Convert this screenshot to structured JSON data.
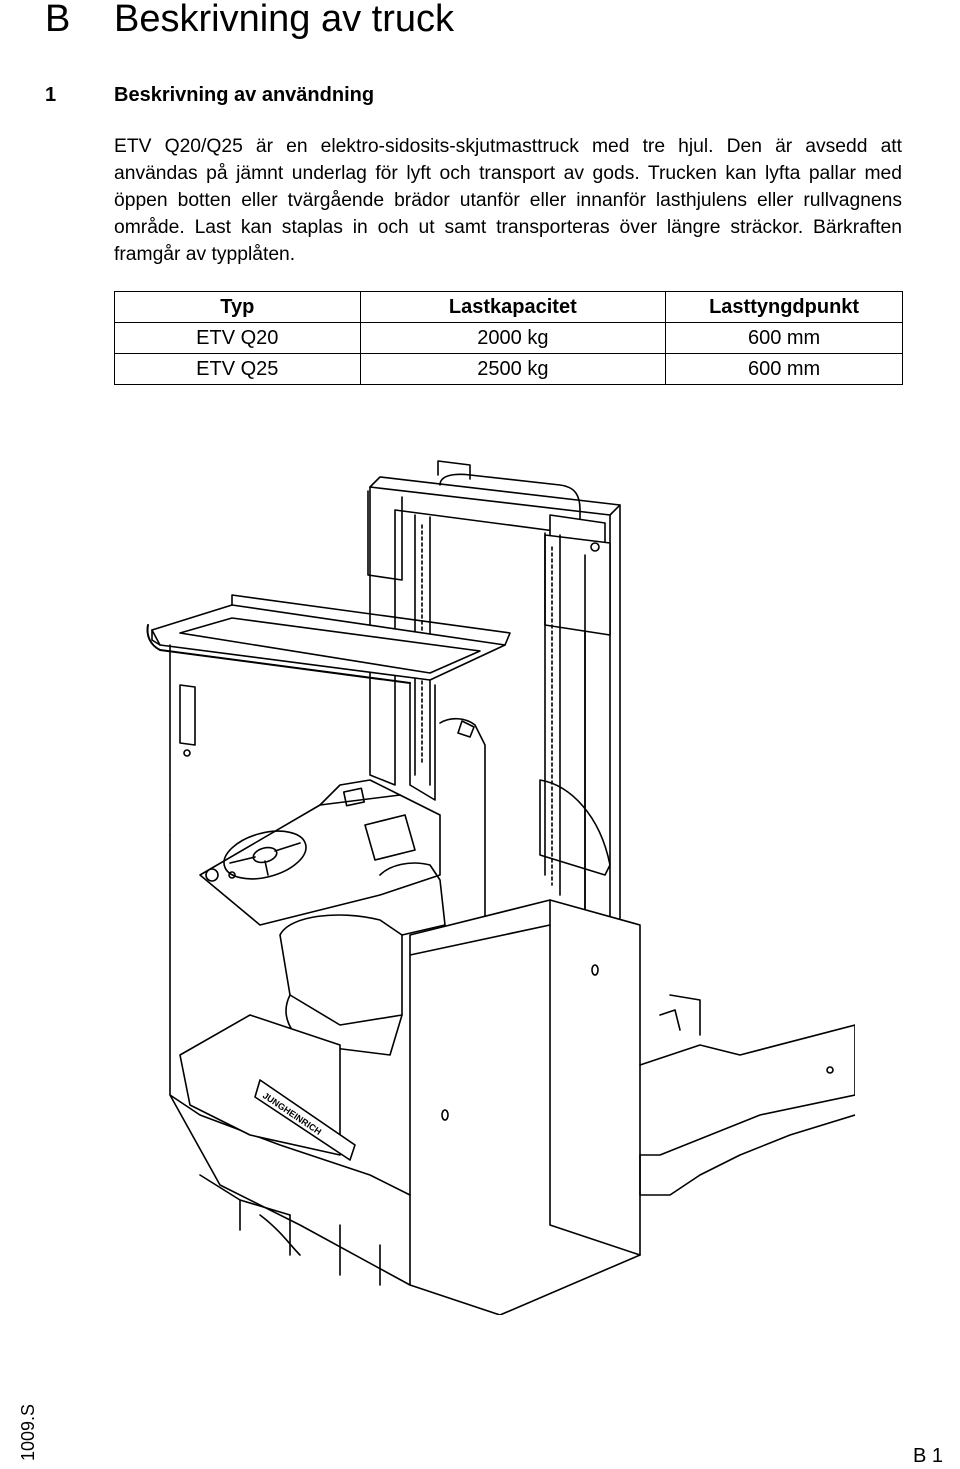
{
  "chapter": {
    "letter": "B",
    "title": "Beskrivning av truck"
  },
  "section": {
    "number": "1",
    "title": "Beskrivning av användning"
  },
  "paragraph": "ETV Q20/Q25 är en elektro-sidosits-skjutmasttruck med tre hjul. Den är avsedd att användas på jämnt underlag för lyft och transport av gods. Trucken kan lyfta pallar med öppen botten eller tvärgående brädor utanför eller innanför lasthjulens eller rullvagnens område. Last kan staplas in och ut samt transporteras över längre sträckor. Bärkraften framgår av typplåten.",
  "table": {
    "headers": [
      "Typ",
      "Lastkapacitet",
      "Lasttyngdpunkt"
    ],
    "rows": [
      [
        "ETV Q20",
        "2000 kg",
        "600 mm"
      ],
      [
        "ETV Q25",
        "2500 kg",
        "600 mm"
      ]
    ]
  },
  "figure": {
    "logo_text": "JUNGHEINRICH"
  },
  "side_code": "1009.S",
  "page_number": "B 1"
}
